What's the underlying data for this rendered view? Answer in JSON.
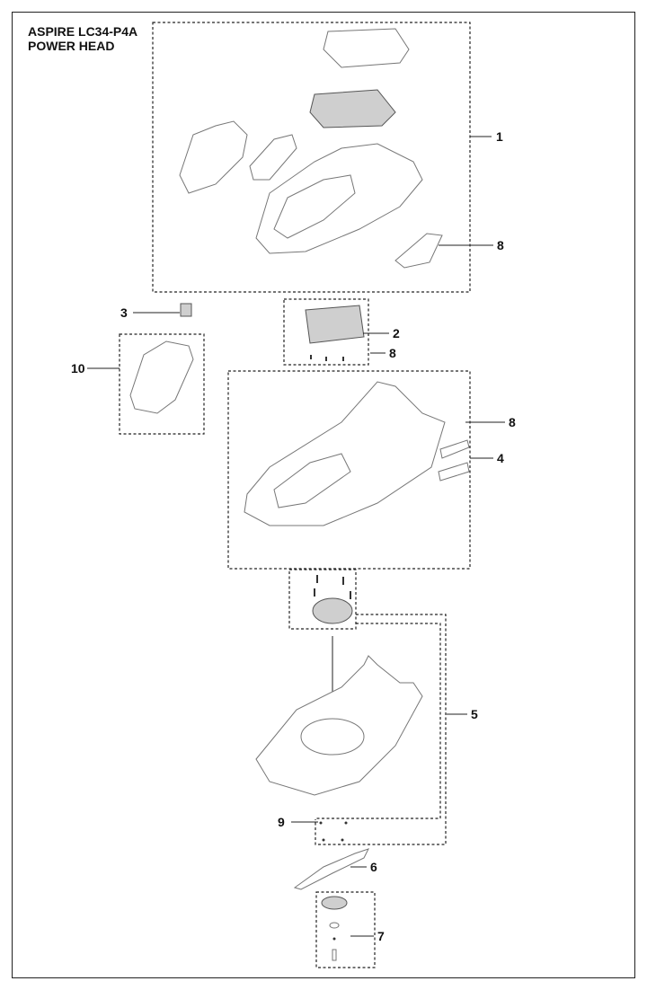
{
  "title": {
    "line1": "ASPIRE LC34-P4A",
    "line2": "POWER HEAD"
  },
  "callouts": {
    "c1": "1",
    "c8a": "8",
    "c2": "2",
    "c8b": "8",
    "c3": "3",
    "c10": "10",
    "c8c": "8",
    "c4": "4",
    "c5": "5",
    "c9": "9",
    "c6": "6",
    "c7": "7"
  }
}
